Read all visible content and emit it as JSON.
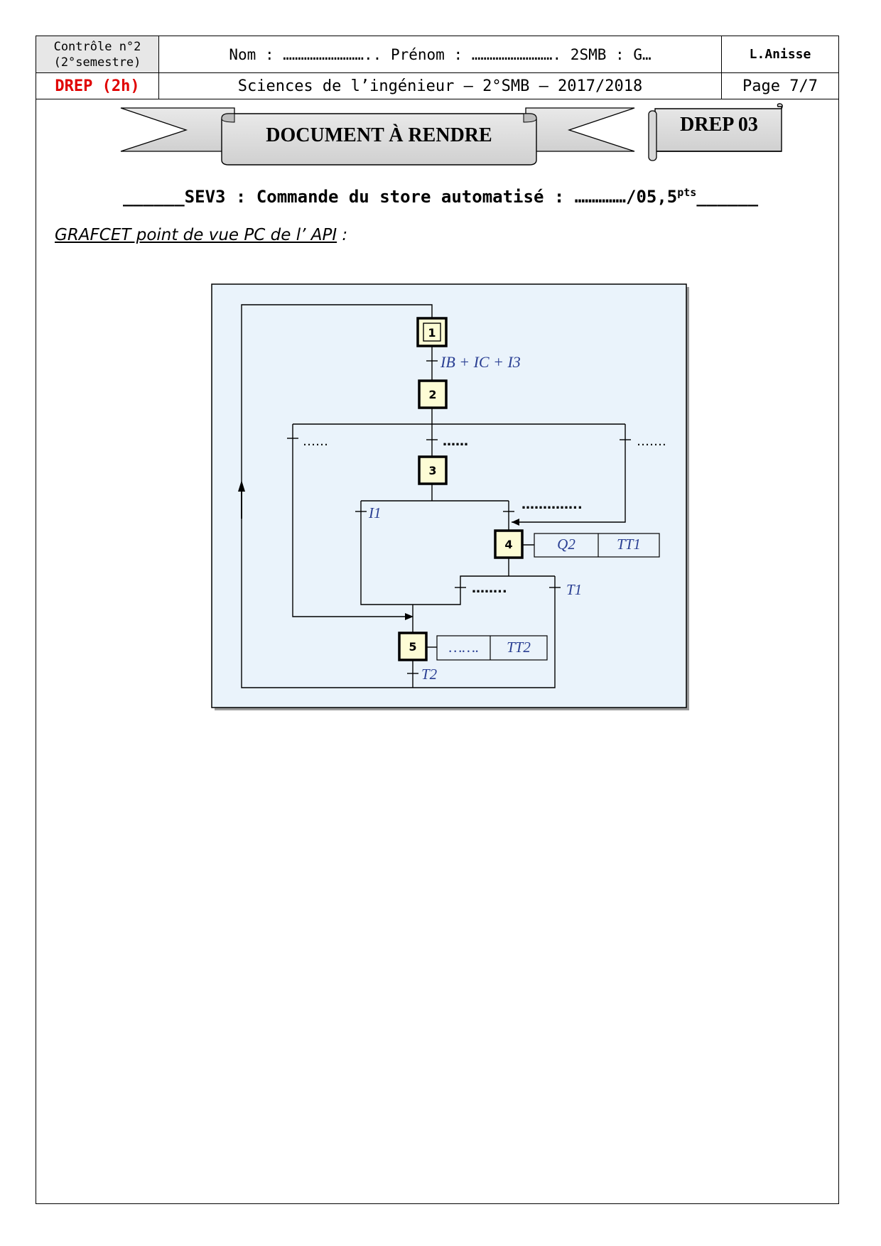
{
  "header": {
    "control": "Contrôle n°2",
    "semester": "(2°semestre)",
    "student_line": "Nom : ……………………….. Prénom : ………………………. 2SMB : G…",
    "teacher": "L.Anisse",
    "drep": "DREP (2h)",
    "course": "Sciences de l’ingénieur – 2°SMB – 2017/2018",
    "page": "Page 7/7"
  },
  "banner": {
    "title": "DOCUMENT À RENDRE",
    "drep_number": "DREP 03"
  },
  "section": {
    "dash_left": "______",
    "label": "SEV3 : Commande du store automatisé : ……………/05,5",
    "pts": "pts",
    "dash_right": "______"
  },
  "grafcet_title": {
    "text": "GRAFCET point de vue PC de l’ API",
    "colon": " :"
  },
  "grafcet": {
    "steps": [
      "1",
      "2",
      "3",
      "4",
      "5"
    ],
    "transitions": {
      "t1_2": "IB + IC + I3",
      "t2_left": "……",
      "t2_mid": "……",
      "t2_right": "…….",
      "t3_i1": "I1",
      "t3_to_4": "…………..",
      "t4_to_5": "……..",
      "t4_t1": "T1",
      "t5_t2": "T2"
    },
    "actions": {
      "step4": [
        "Q2",
        "TT1"
      ],
      "step5": [
        "…….",
        "TT2"
      ]
    },
    "colors": {
      "background": "#eaf3fb",
      "step_fill": "#fdfcd5",
      "label": "#2a3f93"
    }
  }
}
